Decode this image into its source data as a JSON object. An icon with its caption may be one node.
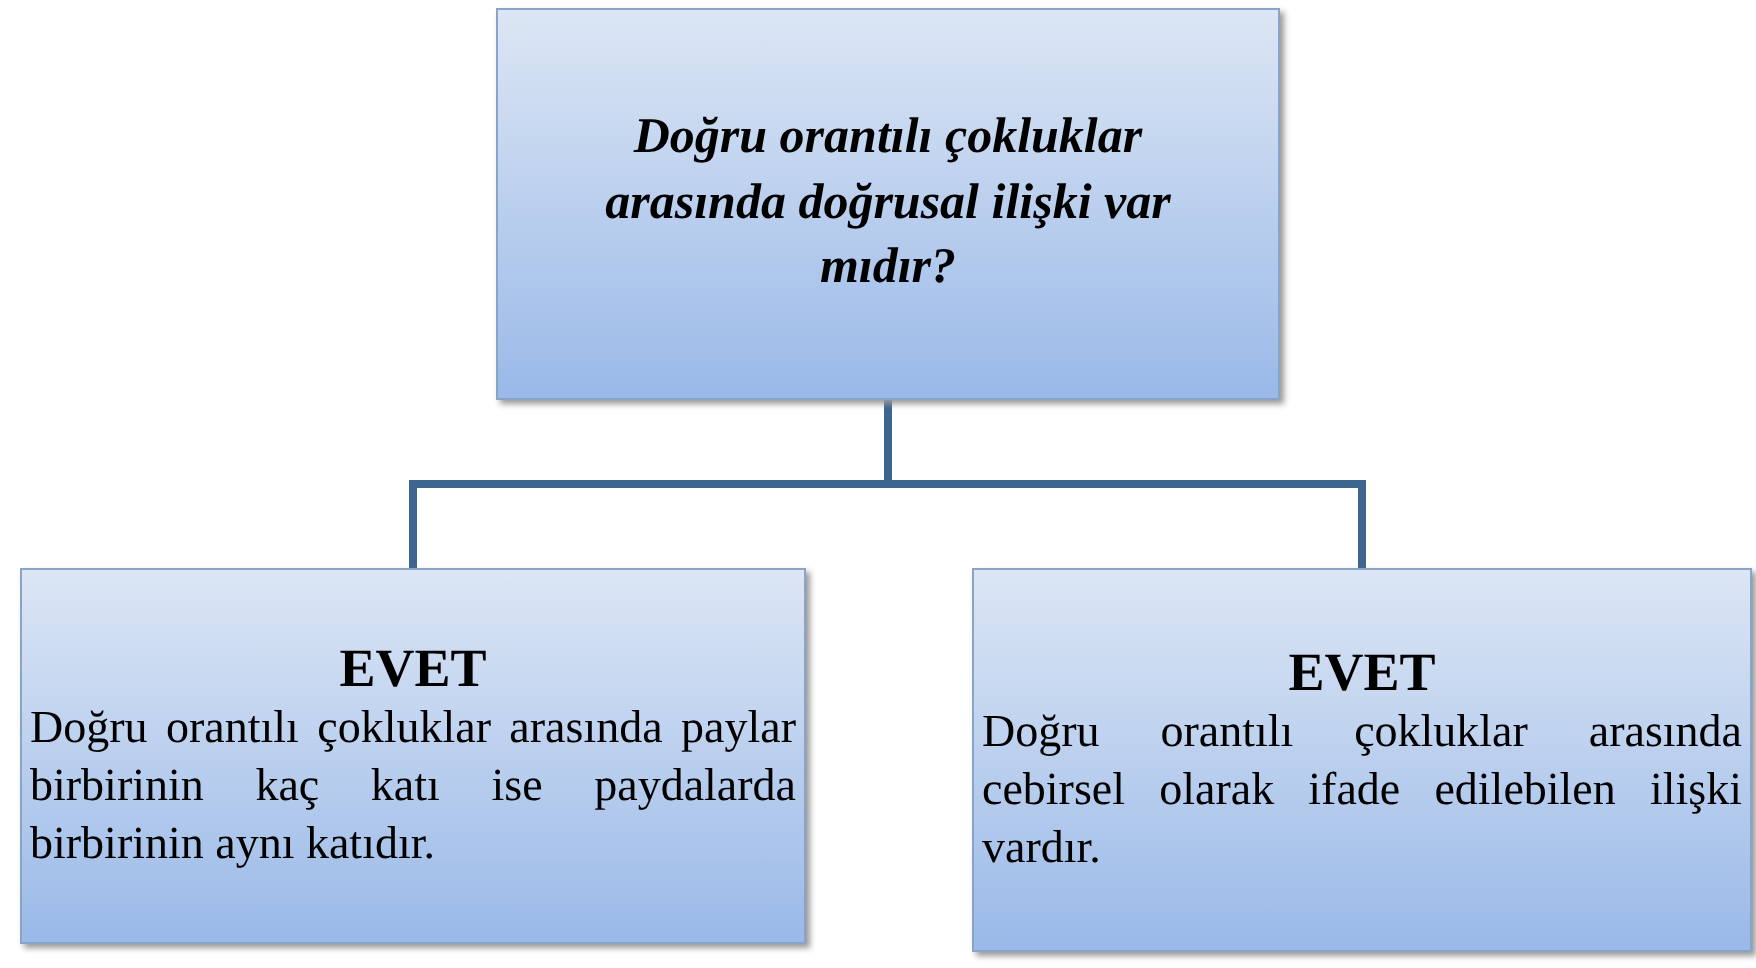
{
  "diagram": {
    "nodes": [
      {
        "text": [
          "Doğru orantılı çokluklar arasında doğrusal ilişki var mıdır?"
        ]
      },
      {
        "text": [
          "EVET",
          "Doğru orantılı çokluklar arasında paylar birbirinin kaç katı ise paydalarda birbirinin aynı katıdır."
        ]
      },
      {
        "text": [
          "EVET",
          "Doğru orantılı çokluklar arasında cebirsel olarak ifade edilebilen ilişki vardır."
        ]
      }
    ],
    "edges": [
      {
        "from": 0,
        "to": 1,
        "arrow": "none"
      },
      {
        "from": 0,
        "to": 2,
        "arrow": "none"
      }
    ]
  }
}
